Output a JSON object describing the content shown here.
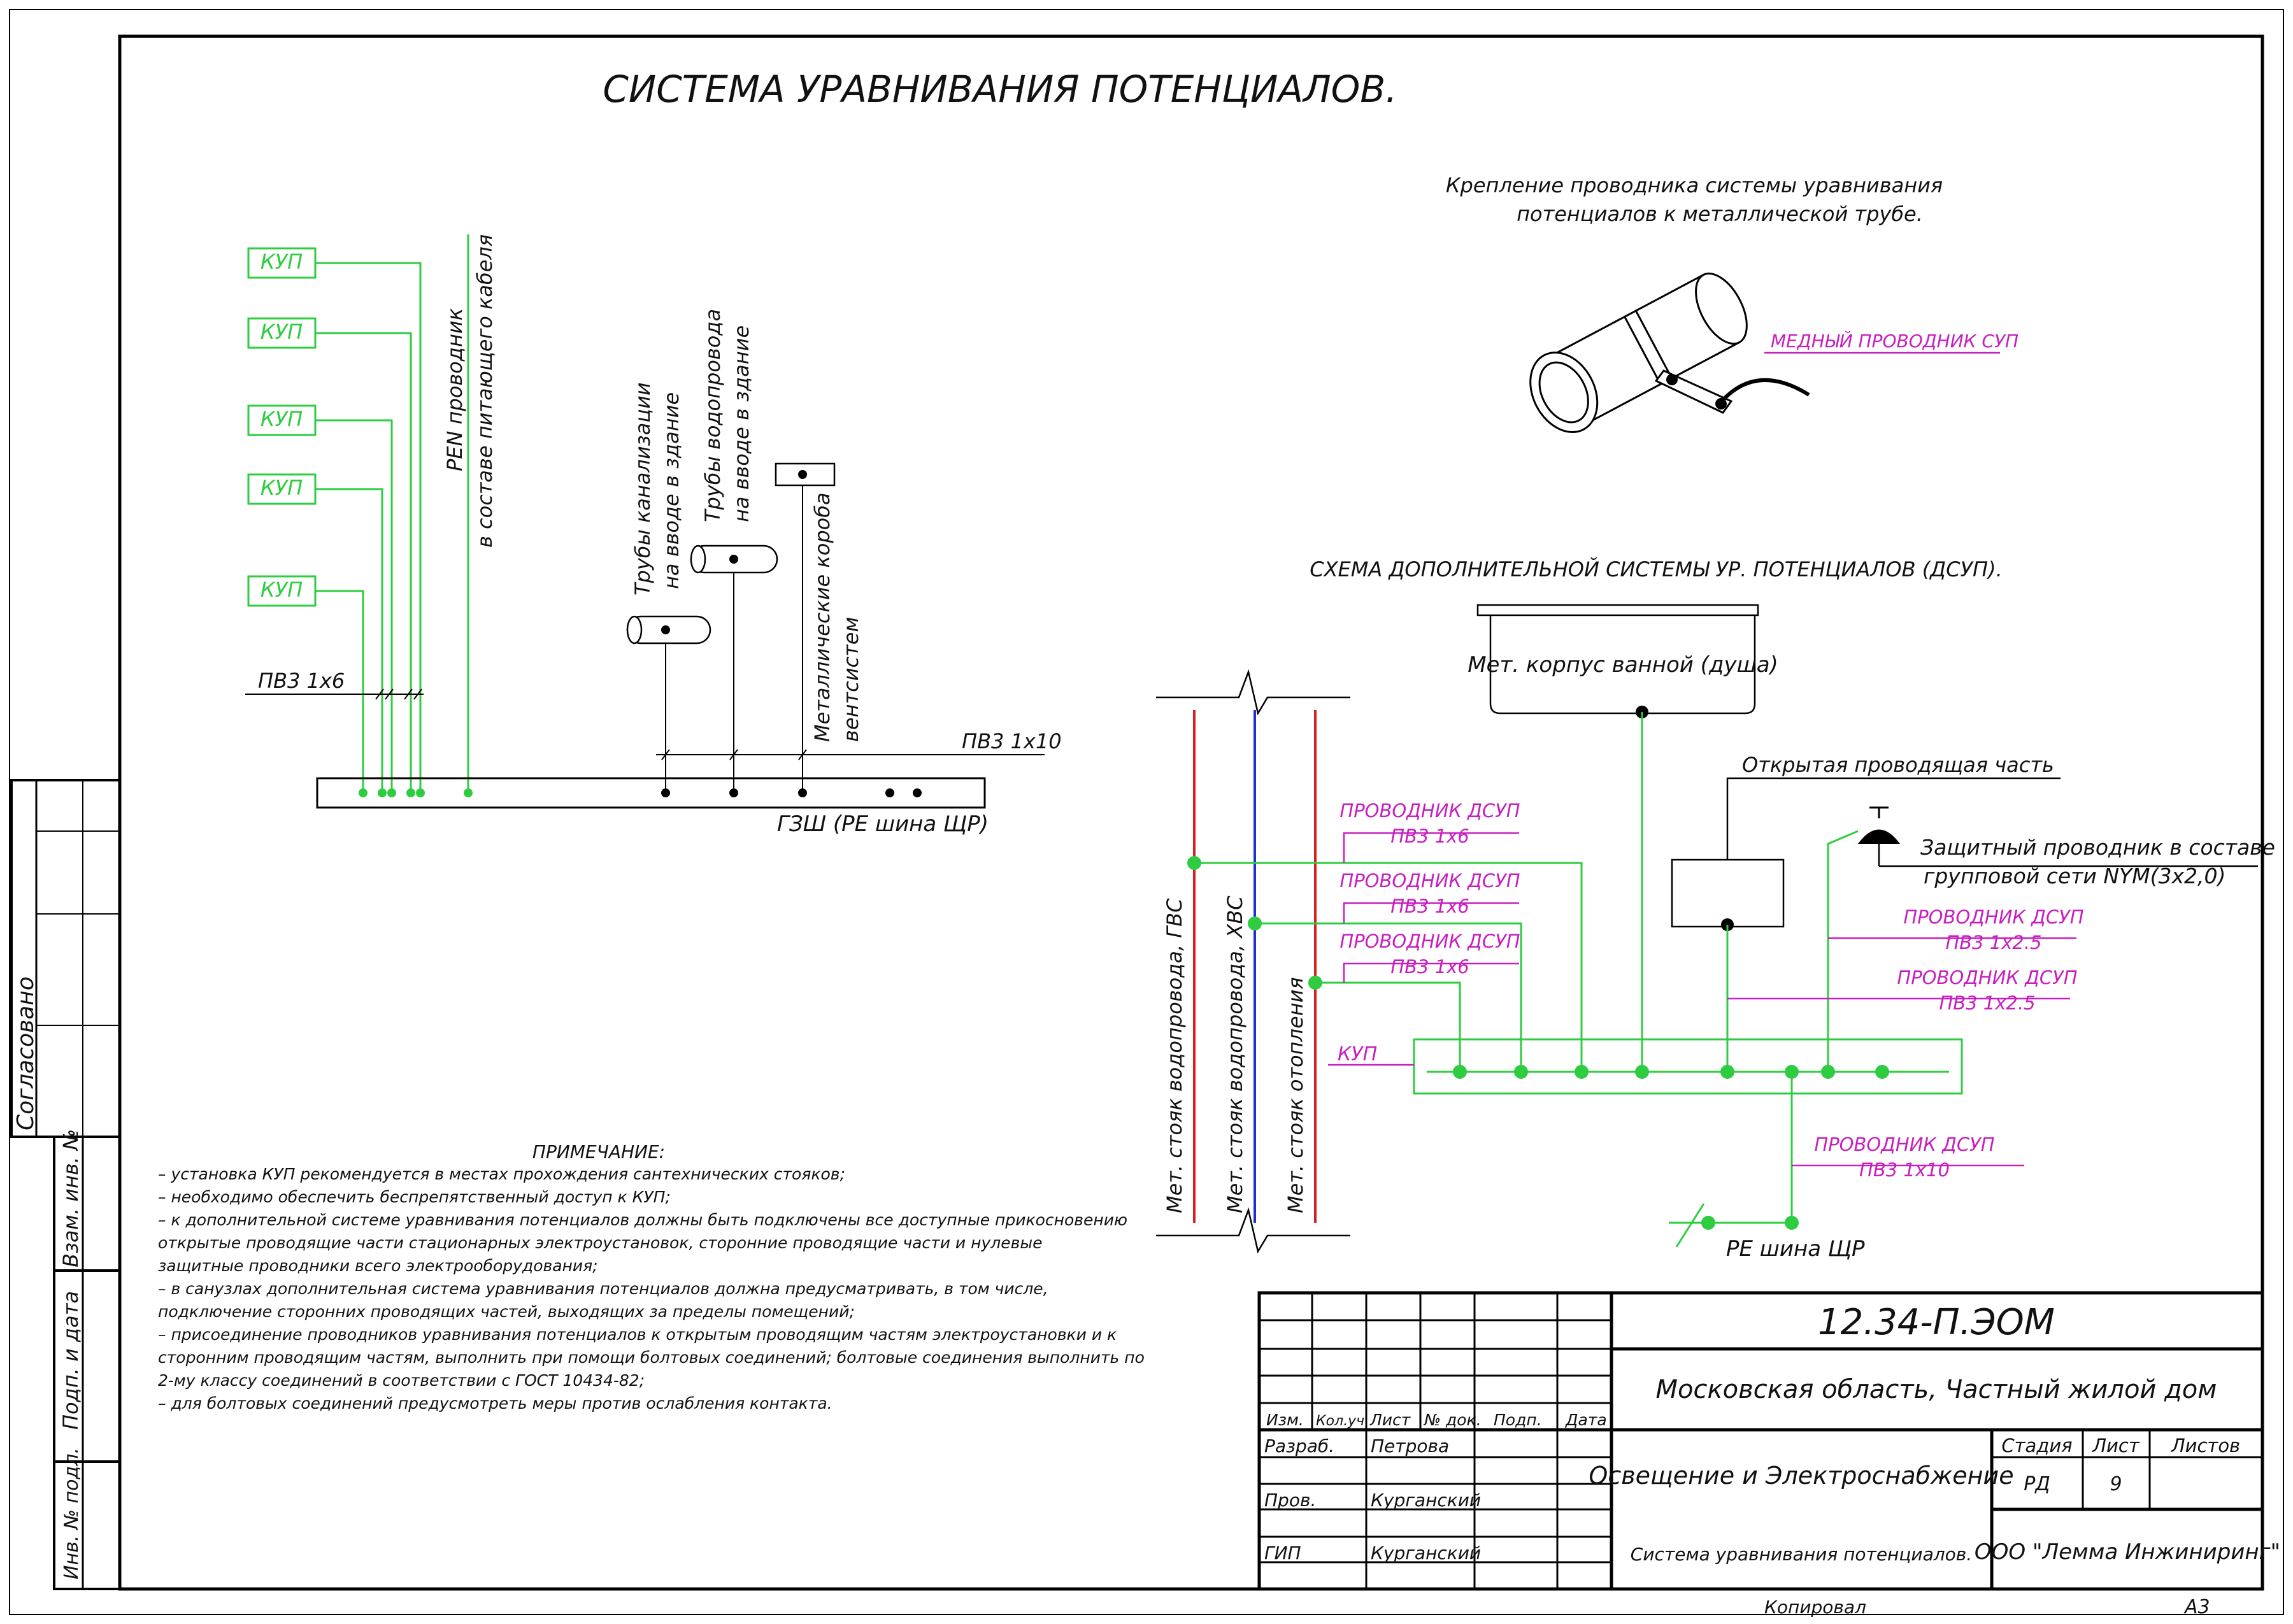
{
  "title": "СИСТЕМА УРАВНИВАНИЯ ПОТЕНЦИАЛОВ.",
  "left_scheme": {
    "kup_label": "КУП",
    "pen_label_1": "PEN проводник",
    "pen_label_2": "в составе питающего кабеля",
    "sewer_1": "Трубы канализации",
    "sewer_2": "на вводе в здание",
    "water_1": "Трубы водопровода",
    "water_2": "на вводе в здание",
    "duct_1": "Металлические короба",
    "duct_2": "вентсистем",
    "pv3_1x6": "ПВ3 1х6",
    "pv3_1x10": "ПВ3 1х10",
    "gzsh": "ГЗШ (РЕ шина ЩР)"
  },
  "pipe_detail": {
    "caption_1": "Крепление проводника системы уравнивания",
    "caption_2": "потенциалов к металлической трубе.",
    "copper": "МЕДНЫЙ ПРОВОДНИК СУП"
  },
  "dsup": {
    "title": "СХЕМА ДОПОЛНИТЕЛЬНОЙ СИСТЕМЫ УР. ПОТЕНЦИАЛОВ (ДСУП).",
    "bath": "Мет. корпус ванной (душа)",
    "open_part": "Открытая проводящая часть",
    "protective_1": "Защитный проводник в составе",
    "protective_2": "групповой сети NYM(3х2,0)",
    "cond_label": "ПРОВОДНИК ДСУП",
    "pv3_1x6": "ПВ3 1х6",
    "pv3_1x25": "ПВ3 1х2.5",
    "pv3_1x10": "ПВ3 1х10",
    "kup": "КУП",
    "pe_bus": "РЕ шина ЩР",
    "riser_hot": "Мет. стояк водопровода, ГВС",
    "riser_cold": "Мет. стояк водопровода, ХВС",
    "riser_heat": "Мет. стояк отопления"
  },
  "notes": {
    "heading": "ПРИМЕЧАНИЕ:",
    "lines": [
      "– установка КУП рекомендуется в местах прохождения сантехнических стояков;",
      "– необходимо обеспечить беспрепятственный доступ к КУП;",
      "– к дополнительной системе уравнивания потенциалов должны быть подключены все доступные прикосновению",
      "открытые проводящие части стационарных электроустановок, сторонние проводящие части и нулевые",
      "защитные проводники всего электрооборудования;",
      "– в санузлах дополнительная система уравнивания потенциалов должна предусматривать, в том числе,",
      "подключение сторонних проводящих частей, выходящих за пределы помещений;",
      "–  присоединение проводников уравнивания потенциалов к открытым проводящим частям электроустановки и к",
      "сторонним проводящим частям, выполнить при помощи болтовых соединений; болтовые соединения выполнить по",
      "2-му классу соединений в соответствии с ГОСТ 10434-82;",
      "– для болтовых соединений предусмотреть меры против ослабления контакта."
    ]
  },
  "side": {
    "agreed": "Согласовано",
    "vzam": "Взам. инв. №",
    "podp": "Подп. и дата",
    "inv": "Инв. № подл."
  },
  "stamp": {
    "code": "12.34-П.ЭОМ",
    "object": "Московская область, Частный жилой дом",
    "section": "Освещение и Электроснабжение",
    "sheet_title": "Система уравнивания потенциалов.",
    "company": "ООО \"Лемма Инжиниринг\"",
    "col_izm": "Изм.",
    "col_kol": "Кол.уч.",
    "col_list": "Лист",
    "col_ndok": "№ док.",
    "col_podp": "Подп.",
    "col_data": "Дата",
    "stage_h": "Стадия",
    "list_h": "Лист",
    "listov_h": "Листов",
    "stage": "РД",
    "sheet": "9",
    "r1_role": "Разраб.",
    "r1_name": "Петрова",
    "r2_role": "Пров.",
    "r2_name": "Курганский",
    "r3_role": "ГИП",
    "r3_name": "Курганский",
    "copied": "Копировал",
    "format": "А3"
  },
  "colors": {
    "green": "#2ecc40",
    "magenta": "#c71fbf",
    "red": "#d62020",
    "blue": "#2030d0"
  }
}
